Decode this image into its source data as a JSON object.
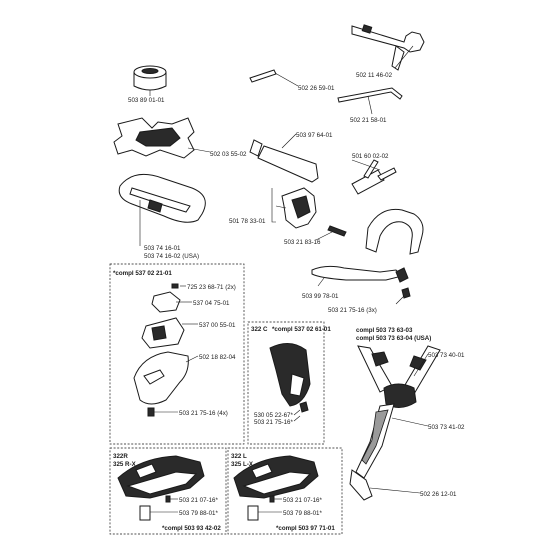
{
  "parts": {
    "socket_wrench": "502 11 46-02",
    "cap": "503 89 01-01",
    "pin": "502 26 59-01",
    "hex_key": "502 21 58-01",
    "grease_tube": "503 97 64-01",
    "plate": "502 03 55-02",
    "screwdriver": "501 60 02-02",
    "clamp": "501 78 33-01",
    "clamp_screw": "503 21 83-16",
    "harness_pad_1": "503 74 16-01",
    "harness_pad_2": "503 74 16-02 (USA)",
    "loop_handle": "503 99 78-01",
    "loop_screw": "503 21 75-16 (3x)"
  },
  "kit1": {
    "title": "*compl 537 02 21-01",
    "screw": "725 23 68-71 (2x)",
    "bracket": "537 04 75-01",
    "clamp": "537 00 55-01",
    "guard": "502 18 82-04",
    "guard_screw": "503 21 75-16 (4x)"
  },
  "kit2": {
    "model": "322 C",
    "title": "*compl 537 02 61-01",
    "part_a": "530 05 22-67*",
    "part_b": "503 21 75-16*"
  },
  "kit3": {
    "title_1": "compl 503 73 63-03",
    "title_2": "compl 503 73 63-04 (USA)",
    "part_a": "503 73 40-01",
    "part_b": "503 73 41-02",
    "part_c": "502 26 12-01"
  },
  "kit4": {
    "model_1": "322R",
    "model_2": "325 R-X",
    "screw": "503 21 07-16*",
    "plate": "503 79 88-01*",
    "footer": "*compl 503 93 42-02"
  },
  "kit5": {
    "model_1": "322 L",
    "model_2": "325 L-X",
    "screw": "503 21 07-16*",
    "plate": "503 79 88-01*",
    "footer": "*compl 503 97 71-01"
  },
  "colors": {
    "ink": "#1a1a1a",
    "fill_dark": "#2a2a2a",
    "fill_grey": "#9a9a9a"
  }
}
